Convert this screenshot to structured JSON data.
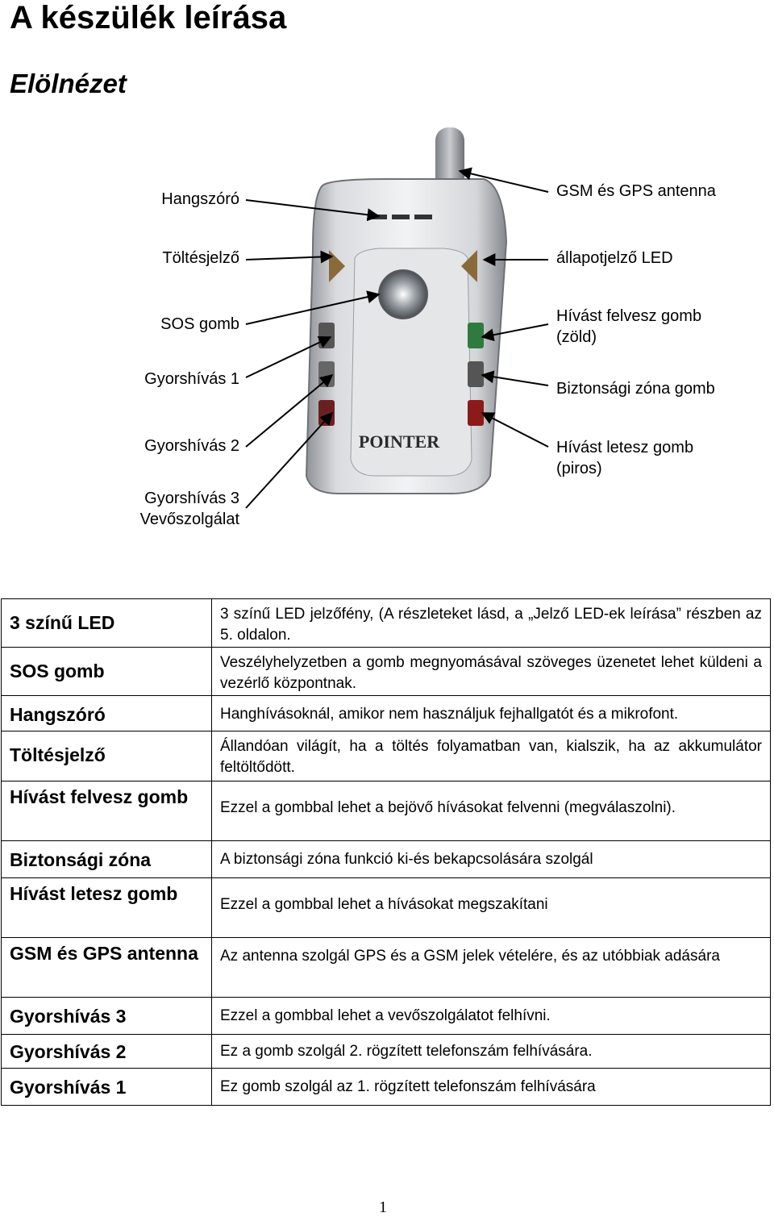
{
  "page": {
    "title": "A készülék leírása",
    "subtitle": "Elölnézet",
    "page_number": "1"
  },
  "figure": {
    "brand_label": "POINTER",
    "left_labels": [
      "Hangszóró",
      "Töltésjelző",
      "SOS gomb",
      "Gyorshívás 1",
      "Gyorshívás 2",
      "Gyorshívás 3",
      "Vevőszolgálat"
    ],
    "right_labels": [
      "GSM és GPS antenna",
      "állapotjelző LED",
      "Hívást felvesz gomb",
      "(zöld)",
      "Biztonsági zóna gomb",
      "Hívást letesz gomb",
      "(piros)"
    ]
  },
  "table": {
    "rows": [
      {
        "term": "3 színű LED",
        "desc": "3 színű LED jelzőfény, (A részleteket lásd, a „Jelző LED-ek leírása” részben az 5. oldalon."
      },
      {
        "term": "SOS gomb",
        "desc": "Veszélyhelyzetben a gomb megnyomásával szöveges üzenetet lehet küldeni a vezérlő központnak."
      },
      {
        "term": "Hangszóró",
        "desc": "Hanghívásoknál, amikor nem használjuk fejhallgatót és a mikrofont."
      },
      {
        "term": "Töltésjelző",
        "desc": "Állandóan világít, ha a töltés folyamatban van, kialszik, ha az akkumulátor feltöltődött."
      },
      {
        "term": "Hívást felvesz gomb",
        "desc": "Ezzel a gombbal lehet a bejövő hívásokat felvenni (megválaszolni)."
      },
      {
        "term": "Biztonsági zóna",
        "desc": "A biztonsági zóna funkció ki-és bekapcsolására szolgál"
      },
      {
        "term": "Hívást letesz gomb",
        "desc": "Ezzel a gombbal lehet a hívásokat megszakítani"
      },
      {
        "term": "GSM és GPS antenna",
        "desc": "Az antenna szolgál GPS és a GSM jelek vételére, és az utóbbiak adására"
      },
      {
        "term": "Gyorshívás 3",
        "desc": "Ezzel a gombbal lehet a vevőszolgálatot felhívni."
      },
      {
        "term": "Gyorshívás 2",
        "desc": "Ez a gomb szolgál 2. rögzített telefonszám felhívására."
      },
      {
        "term": "Gyorshívás 1",
        "desc": "Ez gomb szolgál az 1. rögzített telefonszám felhívására"
      }
    ]
  },
  "colors": {
    "device_body": "#c9cbcf",
    "button_green": "#2f7a3e",
    "button_red": "#8b1a1a"
  }
}
